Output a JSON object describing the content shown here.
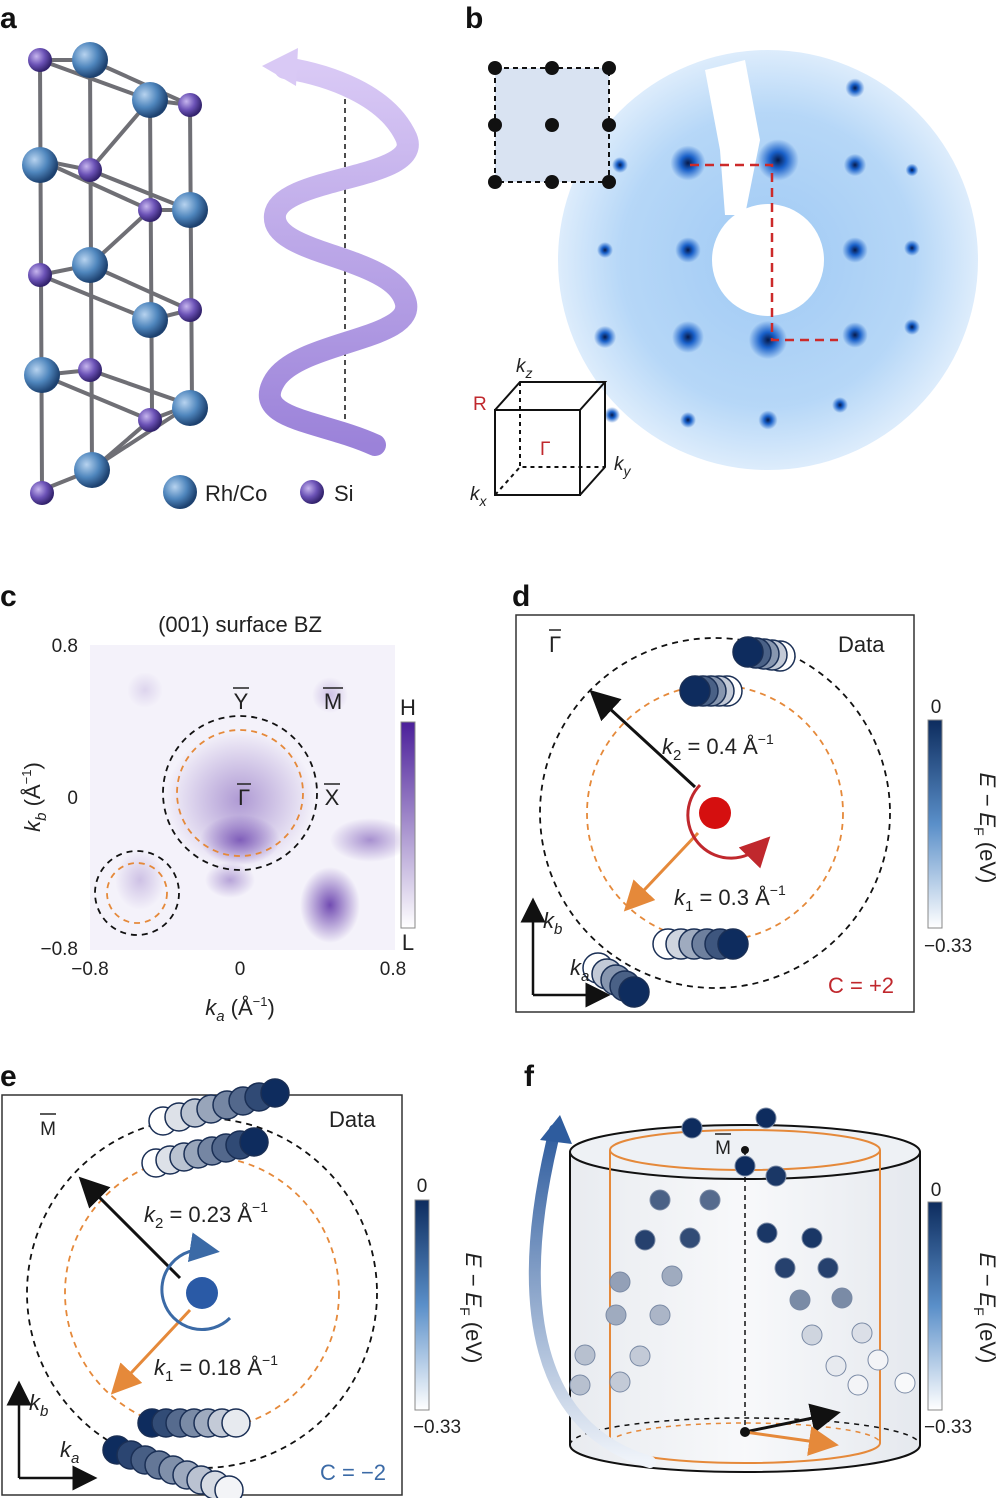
{
  "panels": {
    "a": {
      "letter": "a",
      "legend": [
        {
          "label": "Rh/Co",
          "color": "#4a7fb8"
        },
        {
          "label": "Si",
          "color": "#6a4fb3"
        }
      ]
    },
    "b": {
      "letter": "b",
      "axes": {
        "kz": "k",
        "kz_sub": "z",
        "ky": "k",
        "ky_sub": "y",
        "kx": "k",
        "kx_sub": "x",
        "R": "R",
        "Gamma": "Γ"
      }
    },
    "c": {
      "letter": "c",
      "title": "(001) surface BZ",
      "points": {
        "Y": "Y",
        "M": "M",
        "X": "X",
        "Gamma": "Γ"
      },
      "colorbar": {
        "high": "H",
        "low": "L"
      },
      "xlabel": "k",
      "xlabel_sub": "a",
      "xlabel_unit": "(Å",
      "xlabel_unit_sup": "−1",
      "xlabel_unit_end": ")",
      "ylabel": "k",
      "ylabel_sub": "b",
      "ylabel_unit": "(Å",
      "ylabel_unit_sup": "−1",
      "ylabel_unit_end": ")",
      "xticks": [
        "−0.8",
        "0",
        "0.8"
      ],
      "yticks": [
        "0.8",
        "0",
        "−0.8"
      ]
    },
    "d": {
      "letter": "d",
      "point": "Γ",
      "tag": "Data",
      "k2": "k",
      "k2_sub": "2",
      "k2_val": " = 0.4 Å",
      "k2_sup": "−1",
      "k1": "k",
      "k1_sub": "1",
      "k1_val": " = 0.3 Å",
      "k1_sup": "−1",
      "chern": "C = +2",
      "chern_color": "#c0282d",
      "kb": "k",
      "kb_sub": "b",
      "ka": "k",
      "ka_sub": "a",
      "colorbar": {
        "top": "0",
        "bottom": "−0.33",
        "label": "E − E",
        "label_sub": "F",
        "label_unit": " (eV)"
      }
    },
    "e": {
      "letter": "e",
      "point": "M",
      "tag": "Data",
      "k2": "k",
      "k2_sub": "2",
      "k2_val": " = 0.23 Å",
      "k2_sup": "−1",
      "k1": "k",
      "k1_sub": "1",
      "k1_val": " = 0.18 Å",
      "k1_sup": "−1",
      "chern": "C = −2",
      "chern_color": "#3b6aa6",
      "kb": "k",
      "kb_sub": "b",
      "ka": "k",
      "ka_sub": "a",
      "colorbar": {
        "top": "0",
        "bottom": "−0.33",
        "label": "E − E",
        "label_sub": "F",
        "label_unit": " (eV)"
      }
    },
    "f": {
      "letter": "f",
      "point": "M",
      "colorbar": {
        "top": "0",
        "bottom": "−0.33",
        "label": "E − E",
        "label_sub": "F",
        "label_unit": " (eV)"
      }
    }
  }
}
